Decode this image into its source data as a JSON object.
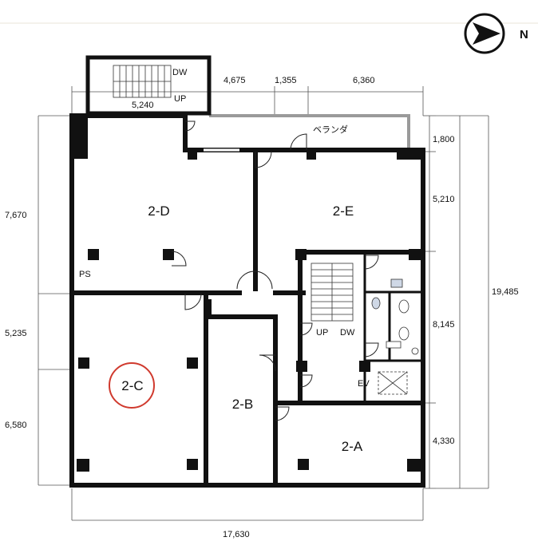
{
  "rooms": {
    "room_2a": "2-A",
    "room_2b": "2-B",
    "room_2c": "2-C",
    "room_2d": "2-D",
    "room_2e": "2-E"
  },
  "labels": {
    "veranda": "ベランダ",
    "ps": "PS",
    "ev": "EV",
    "up_top": "UP",
    "dw_top": "DW",
    "up_core": "UP",
    "dw_core": "DW"
  },
  "dimensions": {
    "top_stair": "5,240",
    "top_1": "4,675",
    "top_2": "1,355",
    "top_3": "6,360",
    "right_1": "1,800",
    "right_2": "5,210",
    "right_3": "8,145",
    "right_4": "4,330",
    "right_total": "19,485",
    "left_1": "7,670",
    "left_2": "5,235",
    "left_3": "6,580",
    "bottom_total": "17,630"
  },
  "compass": {
    "label": "N"
  },
  "highlight": {
    "color": "#d03a2e",
    "target": "2-C"
  }
}
